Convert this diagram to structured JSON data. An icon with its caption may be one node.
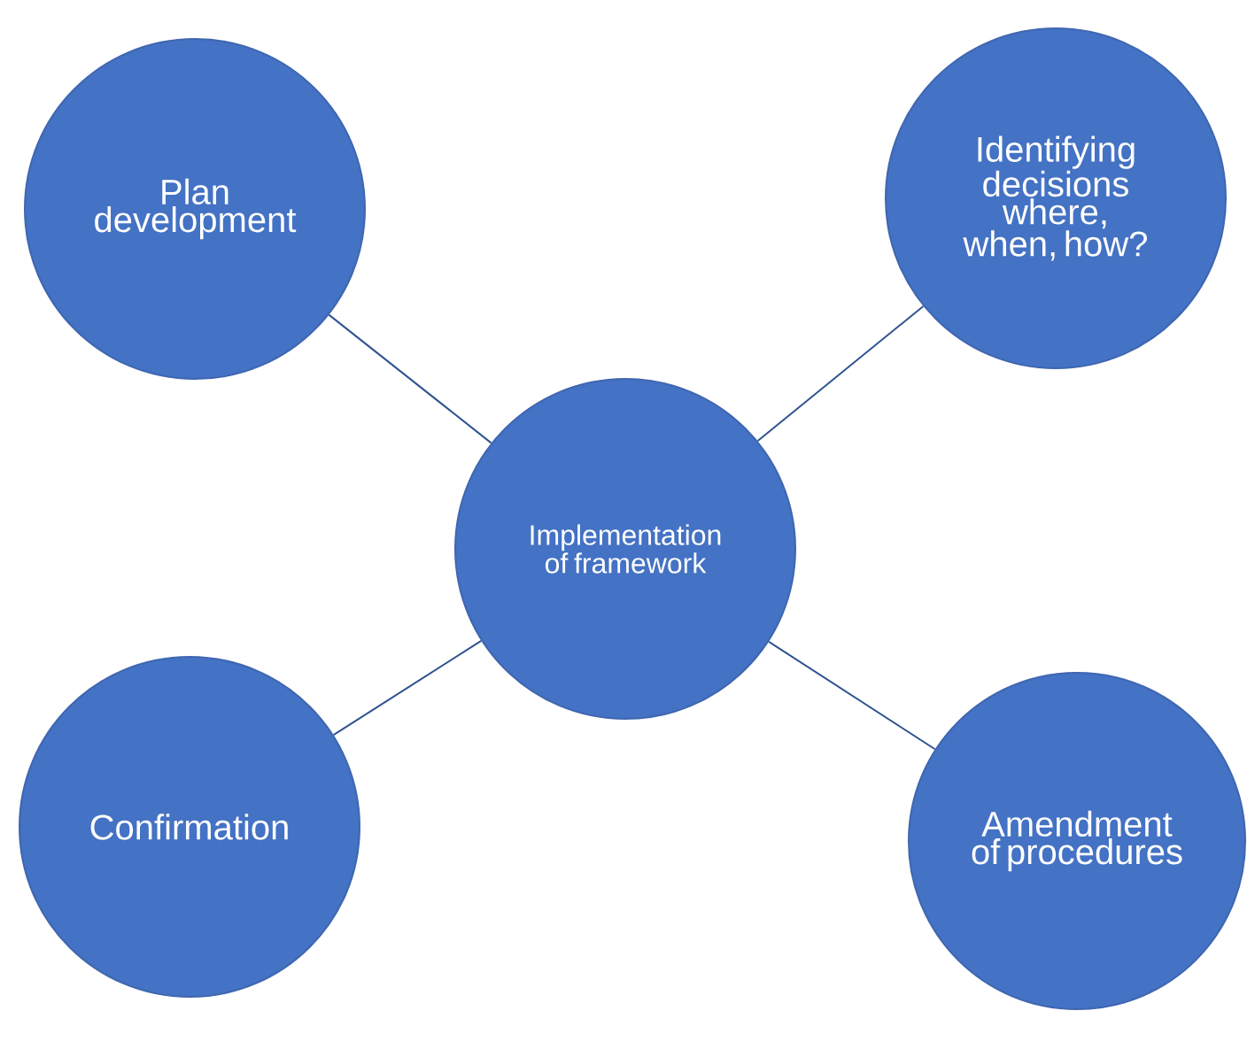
{
  "diagram": {
    "nodes": [
      {
        "text": [
          "Plan development"
        ]
      },
      {
        "text": [
          "Identifying decisions where, when, how?"
        ]
      },
      {
        "text": [
          "Implementation of framework"
        ]
      },
      {
        "text": [
          "Confirmation"
        ]
      },
      {
        "text": [
          "Amendment of procedures"
        ]
      }
    ],
    "edges": [
      {
        "from": 2,
        "to": 0,
        "arrow": "none"
      },
      {
        "from": 2,
        "to": 1,
        "arrow": "none"
      },
      {
        "from": 2,
        "to": 3,
        "arrow": "none"
      },
      {
        "from": 2,
        "to": 4,
        "arrow": "none"
      }
    ]
  }
}
